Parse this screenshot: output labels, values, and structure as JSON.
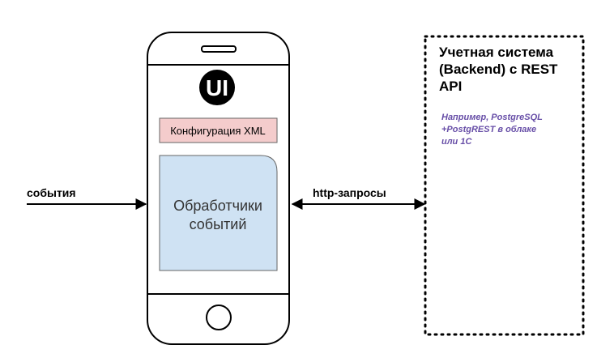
{
  "phone": {
    "logo_text": "UI",
    "config_label": "Конфигурация XML",
    "handlers_label_line1": "Обработчики",
    "handlers_label_line2": "событий"
  },
  "arrows": {
    "events_label": "события",
    "http_label": "http-запросы"
  },
  "backend": {
    "title_line1": "Учетная система",
    "title_line2": "(Backend) с REST",
    "title_line3": "API",
    "note_line1": "Например, PostgreSQL",
    "note_line2": "+PostgREST в облаке",
    "note_line3": "или 1С"
  },
  "colors": {
    "config_fill": "#f4cccc",
    "handlers_fill": "#cfe2f3",
    "note_text": "#674ea7",
    "outline": "#000000"
  }
}
